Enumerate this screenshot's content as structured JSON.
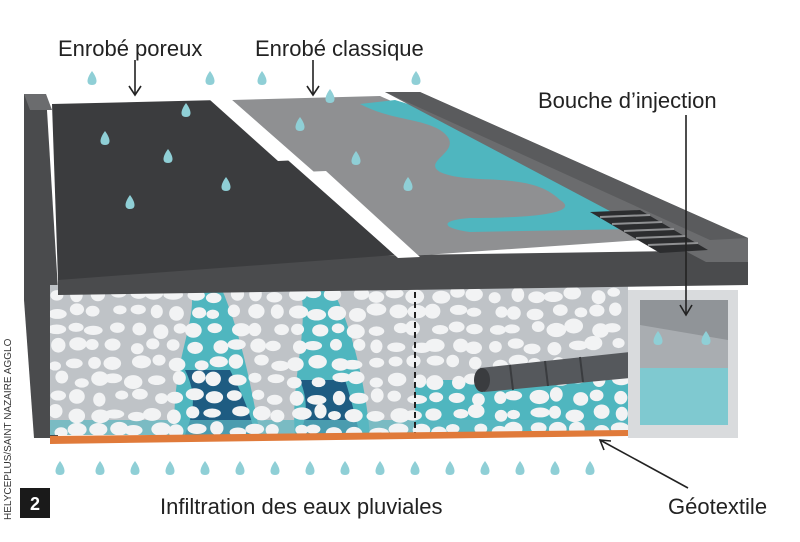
{
  "labels": {
    "porous": "Enrobé poreux",
    "classic": "Enrobé classique",
    "injection": "Bouche d’injection",
    "infiltration": "Infiltration des eaux pluviales",
    "geotextile": "Géotextile"
  },
  "credit": "HELYCEPLUS/SAINT NAZAIRE AGGLO",
  "figure_number": "2",
  "colors": {
    "asphalt_porous": "#3b3c3e",
    "asphalt_classic": "#8f9092",
    "curb": "#5a5b5d",
    "water": "#4fb6bf",
    "water_dark": "#1e5c82",
    "gravel_bg": "#bfc3c7",
    "stone": "#f2f3f4",
    "geotextile": "#e07a3a",
    "drop": "#8fcfd6"
  }
}
